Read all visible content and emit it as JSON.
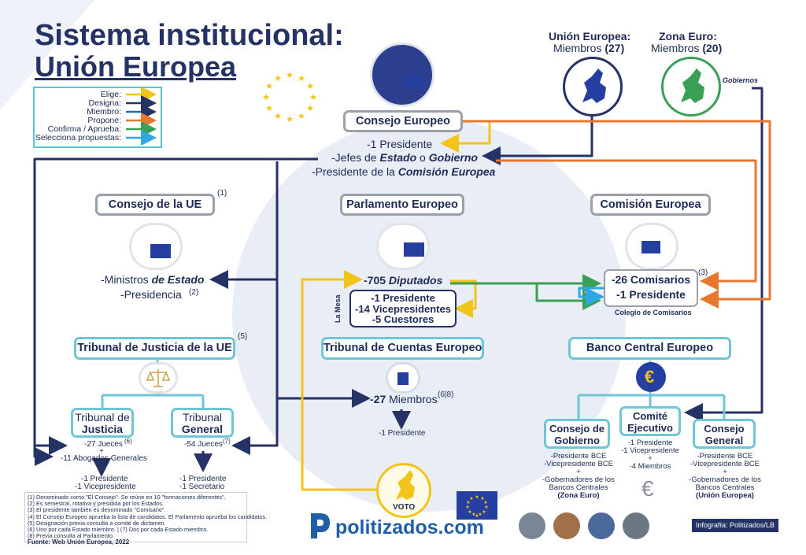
{
  "title": {
    "line1": "Sistema institucional:",
    "line2": "Unión Europea"
  },
  "legend": [
    {
      "label": "Elige:",
      "color": "#f2c41a"
    },
    {
      "label": "Designa:",
      "color": "#243266"
    },
    {
      "label": "Miembro:",
      "color": "#1f6fb5"
    },
    {
      "label": "Propone:",
      "color": "#e8772e"
    },
    {
      "label": "Confirma / Aprueba:",
      "color": "#3aa056"
    },
    {
      "label": "Selecciona propuestas:",
      "color": "#2fa7e0"
    }
  ],
  "colors": {
    "navy": "#243266",
    "yellow": "#f2c41a",
    "orange": "#e8772e",
    "green": "#3aa056",
    "blue": "#2fa7e0",
    "teal_border": "#6fc6d6",
    "gray_border": "#9aa0a8",
    "bg_circle": "#e9edf6"
  },
  "maps": {
    "ue": {
      "title": "Unión Europea:",
      "sub_prefix": "Miembros ",
      "count": "(27)"
    },
    "euro": {
      "title": "Zona Euro:",
      "sub_prefix": "Miembros ",
      "count": "(20)",
      "label": "Gobiernos"
    }
  },
  "consejo_europeo": {
    "box": "Consejo Europeo",
    "line1": "-1 Presidente",
    "line2_a": "-Jefes de ",
    "line2_b": "Estado",
    "line2_c": " o ",
    "line2_d": "Gobierno",
    "line3_a": "-Presidente",
    "line3_b": " de la ",
    "line3_c": "Comisión Europea"
  },
  "consejo_ue": {
    "box": "Consejo de la UE",
    "note": "(1)",
    "line1_a": "-Ministros ",
    "line1_b": "de Estado",
    "line2": "-Presidencia",
    "line2_note": "(2)"
  },
  "parlamento": {
    "box": "Parlamento Europeo",
    "line1_a": "-705 ",
    "line1_b": "Diputados",
    "mesa_label": "La Mesa",
    "mesa": [
      "-1 Presidente",
      "-14 Vicepresidentes",
      "-5 Cuestores"
    ]
  },
  "comision": {
    "box": "Comisión Europea",
    "lines": [
      "-26 Comisarios",
      "-1 Presidente"
    ],
    "note": "(3)",
    "caption": "Colegio de Comisarios"
  },
  "tribunal_justicia": {
    "box": "Tribunal de Justicia de la UE",
    "note": "(5)",
    "tj": {
      "box_line1": "Tribunal de",
      "box_line2": "Justicia",
      "jueces": "-27 Jueces",
      "jueces_note": "(6)",
      "plus": "+",
      "abogados": "-11 Abogados Generales",
      "pres": "-1 Presidente",
      "vice": "-1 Vicepresidente"
    },
    "tg": {
      "box_line1": "Tribunal",
      "box_line2": "General",
      "jueces": "-54 Jueces",
      "jueces_note": "(7)",
      "pres": "-1 Presidente",
      "sec": "-1 Secretario"
    }
  },
  "tribunal_cuentas": {
    "box": "Tribunal de Cuentas Europeo",
    "miembros_a": "-27",
    "miembros_b": " Miembros",
    "note": "(6|8)",
    "pres": "-1 Presidente"
  },
  "bce": {
    "box": "Banco Central Europeo",
    "consejo_gobierno": {
      "box_line1": "Consejo de",
      "box_line2": "Gobierno",
      "lines": [
        "-Presidente BCE",
        "-Vicepresidente BCE",
        "+",
        "-Gobernadores de los",
        "Bancos Centrales",
        "(Zona Euro)"
      ]
    },
    "comite": {
      "box_line1": "Comité",
      "box_line2": "Ejecutivo",
      "lines": [
        "-1 Presidente",
        "-1 Vicepresidente",
        "+",
        "-4 Miembros"
      ]
    },
    "consejo_general": {
      "box_line1": "Consejo",
      "box_line2": "General",
      "lines": [
        "-Presidente BCE",
        "-Vicepresidente BCE",
        "+",
        "-Gobernadores de los",
        "Bancos Centrales",
        "(Unión Europea)"
      ]
    }
  },
  "voto": "VOTO",
  "notes": [
    "(1) Denominado como \"El Consejo\". Se reúne en 10 \"formaciones diferentes\".",
    "(2) Es semestral, rotativa y presidida por los Estados.",
    "(3) El presidente también es denominado \"Comisario\".",
    "(4) El Consejo Europeo aprueba la lista de candidatos. El Parlamento aprueba los candidatos.",
    "(5) Designación previa consulta a comité de dictamen.",
    "(6) Uno por cada Estado miembro. | (7) Dos por cada Estado miembro.",
    "(8) Previa consulta al Parlamento."
  ],
  "fuente": "Fuente: Web Unión Europea, 2022",
  "brand": "politizados.com",
  "credit": "Infografía: Politizados/LB"
}
